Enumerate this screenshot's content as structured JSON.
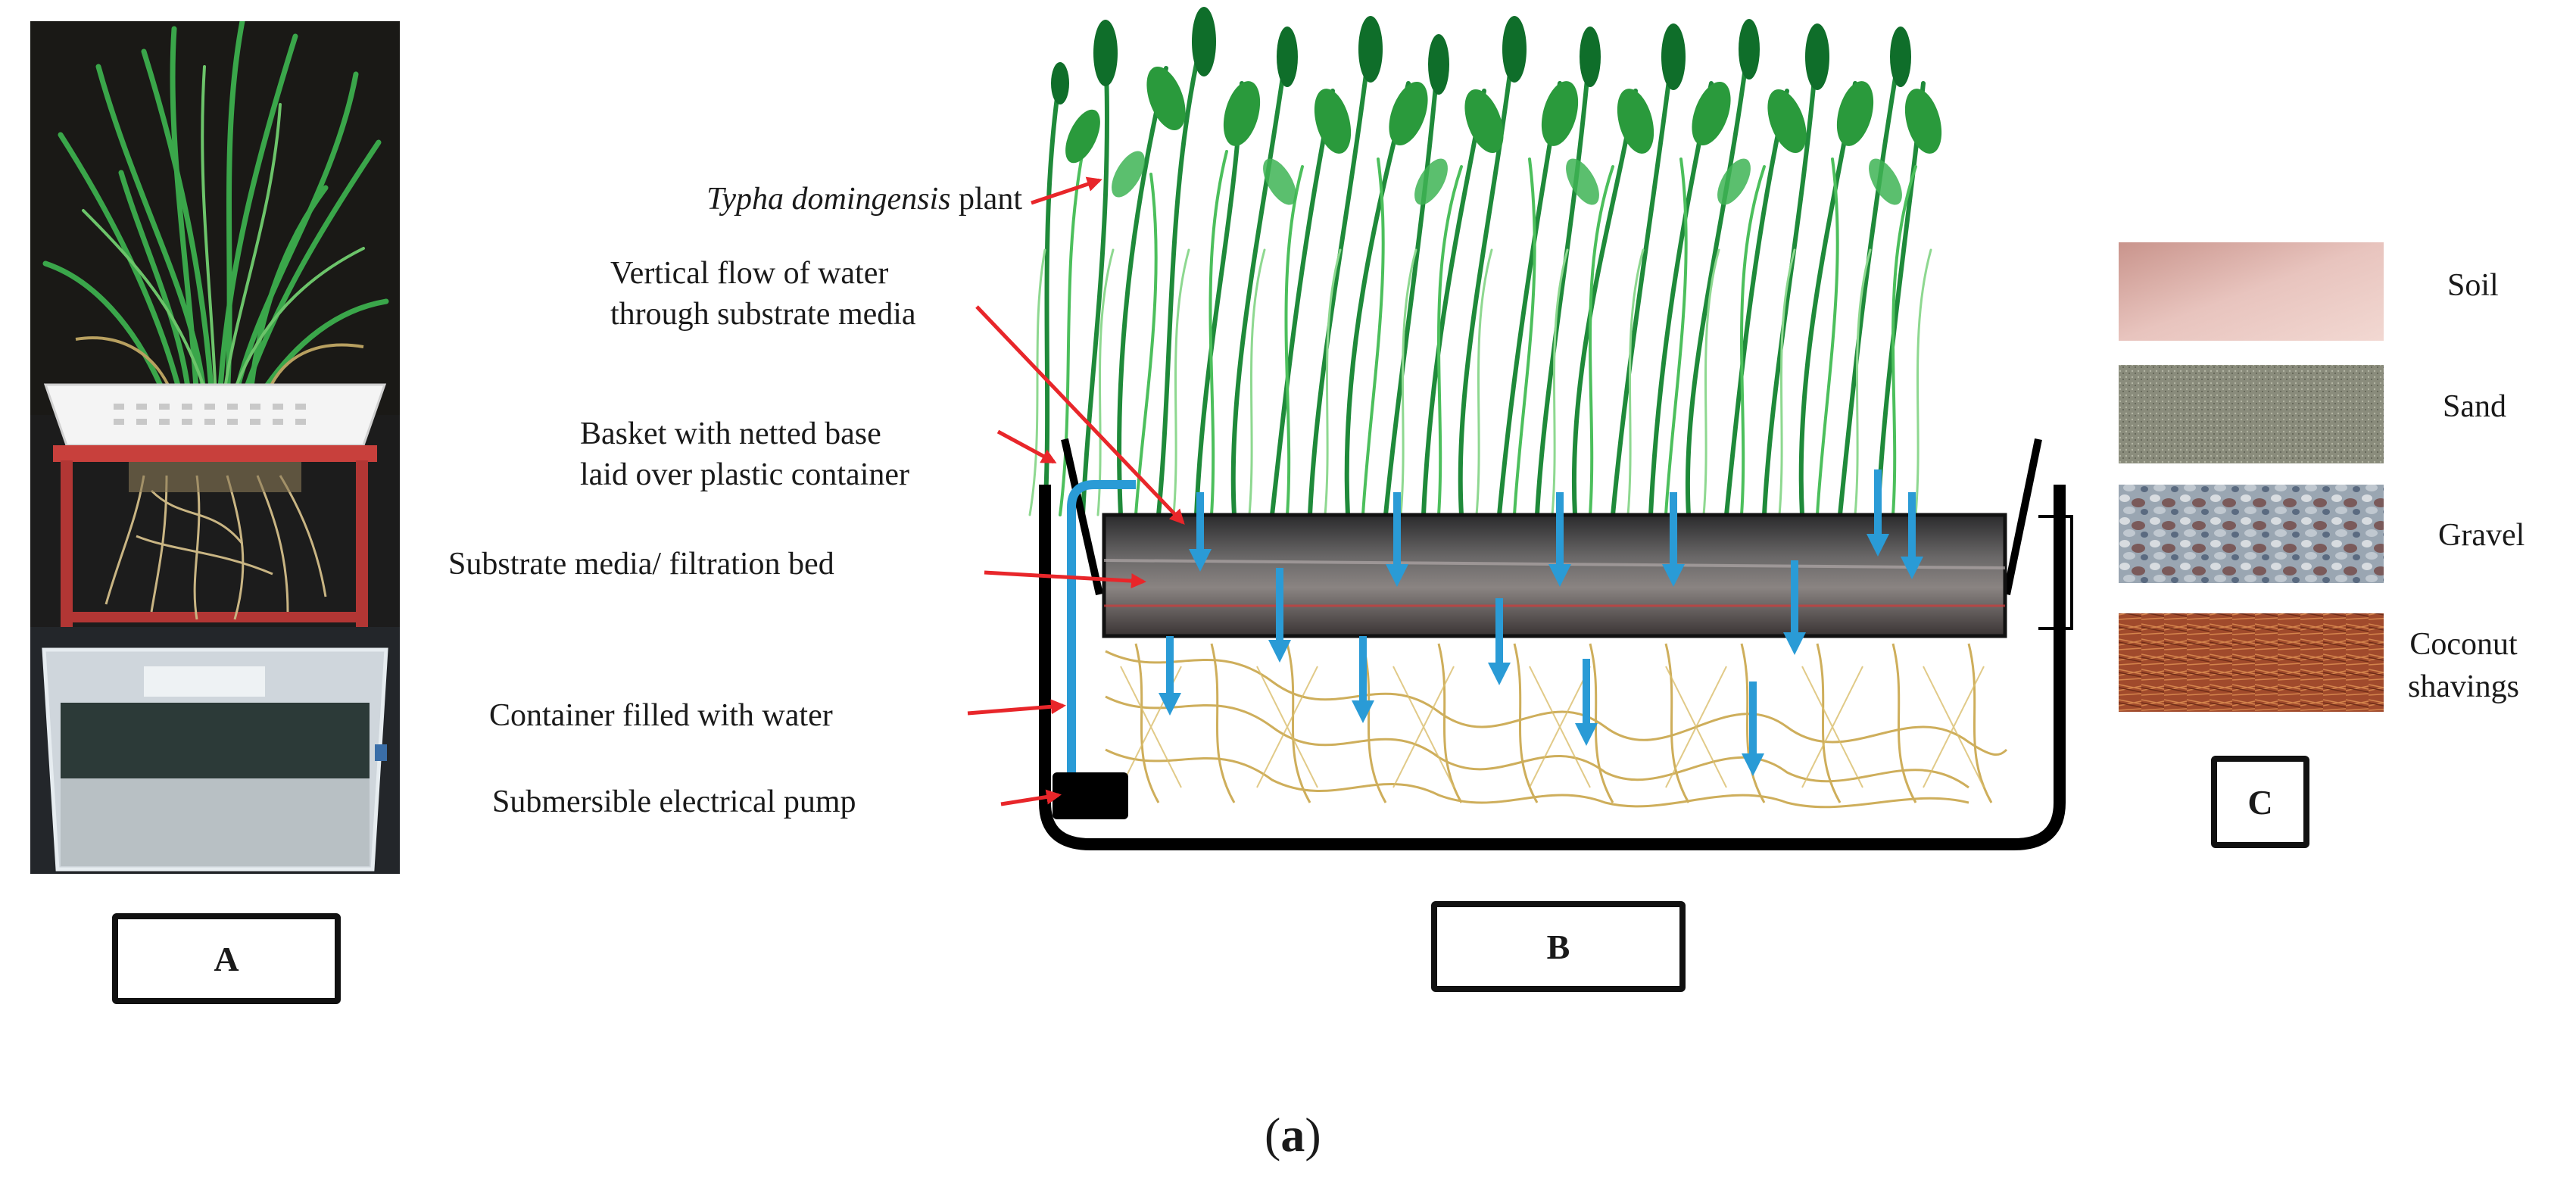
{
  "figure": {
    "panel_a": {
      "tag": "A"
    },
    "panel_b": {
      "tag": "B",
      "labels": {
        "plant_italic": "Typha domingensis",
        "plant_suffix": " plant",
        "flow_line1": "Vertical flow of water",
        "flow_line2": "through substrate media",
        "basket_line1": "Basket with netted base",
        "basket_line2": "laid over plastic container",
        "substrate": "Substrate media/ filtration bed",
        "container": "Container filled with water",
        "pump": "Submersible electrical pump"
      }
    },
    "panel_c": {
      "tag": "C",
      "media": [
        {
          "label": "Soil",
          "color": "#e8c4be"
        },
        {
          "label": "Sand",
          "color": "#8a8c7c"
        },
        {
          "label": "Gravel",
          "color": "#9aa6b2"
        },
        {
          "label": "Coconut",
          "label2": "shavings",
          "color": "#a04a2c"
        }
      ]
    },
    "caption": {
      "open": "(",
      "letter": "a",
      "close": ")"
    },
    "colors": {
      "arrow_red": "#e8262a",
      "flow_blue": "#2a9bd6",
      "plant_dark": "#0f6e2a",
      "plant_light": "#2fb04a",
      "roots": "#c9a64a"
    }
  }
}
